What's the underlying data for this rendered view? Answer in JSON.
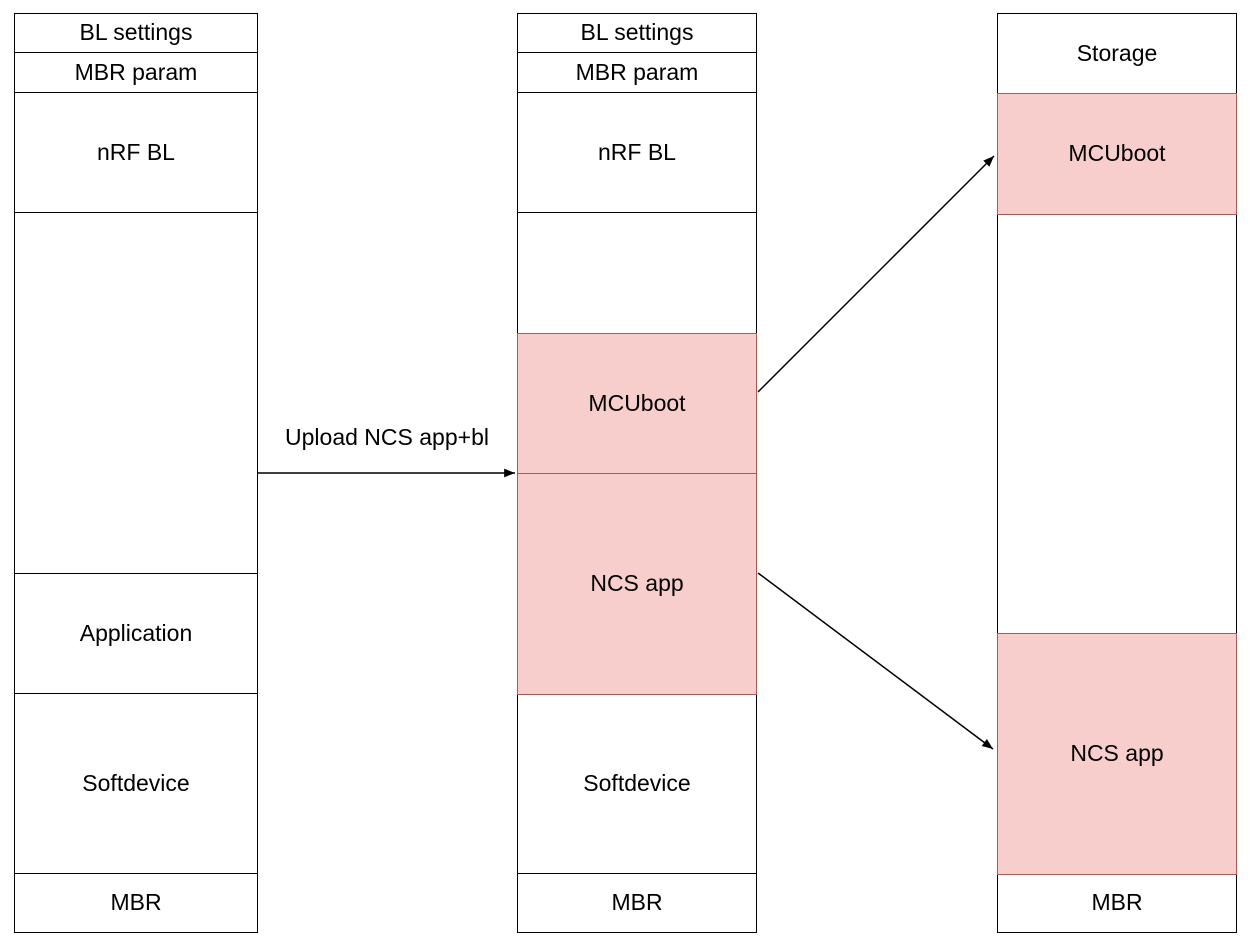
{
  "diagram": {
    "arrow_label": "Upload NCS app+bl",
    "colors": {
      "background": "#ffffff",
      "box_fill": "#ffffff",
      "box_stroke": "#000000",
      "highlight_fill": "#f8cecc",
      "highlight_stroke": "#b85450",
      "arrow": "#000000",
      "text": "#000000"
    },
    "columns": [
      {
        "name": "left-memory-column",
        "segments": [
          {
            "label": "BL settings",
            "highlighted": false
          },
          {
            "label": "MBR param",
            "highlighted": false
          },
          {
            "label": "nRF BL",
            "highlighted": false
          },
          {
            "label": "",
            "highlighted": false
          },
          {
            "label": "Application",
            "highlighted": false
          },
          {
            "label": "Softdevice",
            "highlighted": false
          },
          {
            "label": "MBR",
            "highlighted": false
          }
        ]
      },
      {
        "name": "middle-memory-column",
        "segments": [
          {
            "label": "BL settings",
            "highlighted": false
          },
          {
            "label": "MBR param",
            "highlighted": false
          },
          {
            "label": "nRF BL",
            "highlighted": false
          },
          {
            "label": "",
            "highlighted": false
          },
          {
            "label": "MCUboot",
            "highlighted": true
          },
          {
            "label": "NCS app",
            "highlighted": true
          },
          {
            "label": "Softdevice",
            "highlighted": false
          },
          {
            "label": "MBR",
            "highlighted": false
          }
        ]
      },
      {
        "name": "right-memory-column",
        "segments": [
          {
            "label": "Storage",
            "highlighted": false
          },
          {
            "label": "MCUboot",
            "highlighted": true
          },
          {
            "label": "",
            "highlighted": false
          },
          {
            "label": "NCS app",
            "highlighted": true
          },
          {
            "label": "MBR",
            "highlighted": false
          }
        ]
      }
    ],
    "arrows": [
      {
        "name": "upload-arrow",
        "from": "left-memory-column",
        "to": "middle-memory-column MCUboot/NCS app boundary"
      },
      {
        "name": "mcuboot-move-arrow",
        "from": "middle-memory-column MCUboot",
        "to": "right-memory-column MCUboot"
      },
      {
        "name": "ncs-app-move-arrow",
        "from": "middle-memory-column NCS app",
        "to": "right-memory-column NCS app"
      }
    ]
  }
}
